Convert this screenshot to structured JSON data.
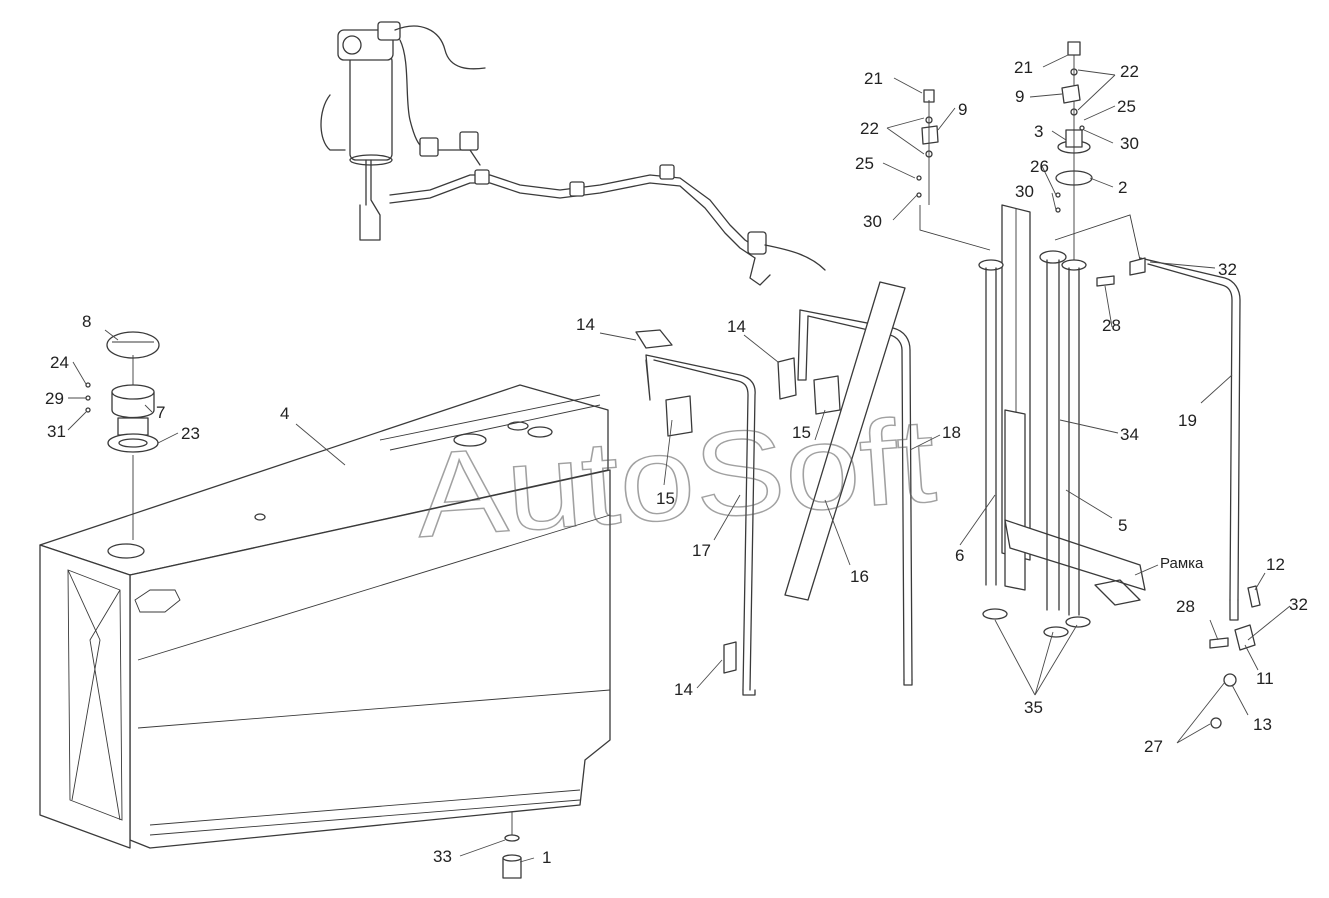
{
  "watermark": "AutoSoft",
  "callouts": {
    "c1": "1",
    "c2": "2",
    "c3": "3",
    "c4": "4",
    "c5": "5",
    "c6": "6",
    "c7": "7",
    "c8": "8",
    "c9a": "9",
    "c9b": "9",
    "c11": "11",
    "c12": "12",
    "c13": "13",
    "c14a": "14",
    "c14b": "14",
    "c14c": "14",
    "c15a": "15",
    "c15b": "15",
    "c16": "16",
    "c17": "17",
    "c18": "18",
    "c19": "19",
    "c21a": "21",
    "c21b": "21",
    "c22a": "22",
    "c22b": "22",
    "c23": "23",
    "c24": "24",
    "c25a": "25",
    "c25b": "25",
    "c26": "26",
    "c27": "27",
    "c28a": "28",
    "c28b": "28",
    "c29": "29",
    "c30a": "30",
    "c30b": "30",
    "c30c": "30",
    "c31": "31",
    "c32a": "32",
    "c32b": "32",
    "c33": "33",
    "c34": "34",
    "c35": "35",
    "frame": "Рамка"
  }
}
